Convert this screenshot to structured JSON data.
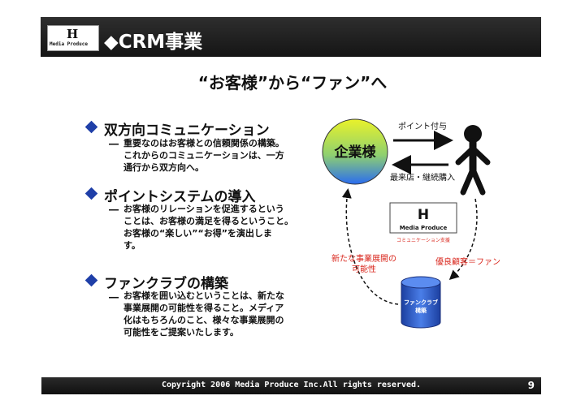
{
  "header": {
    "logo_mark": "H",
    "logo_text": "Media Produce",
    "title": "◆CRM事業"
  },
  "main_title": "“お客様”から“ファン”へ",
  "sections": [
    {
      "heading": "双方向コミュニケーション",
      "dash": "―",
      "lines": [
        "重要なのはお客様との信頼関係の構築。",
        "これからのコミュニケーションは、一方",
        "通行から双方向へ。"
      ]
    },
    {
      "heading": "ポイントシステムの導入",
      "dash": "―",
      "lines": [
        "お客様のリレーションを促進するという",
        "ことは、お客様の満足を得るということ。",
        "お客様の“楽しい”“お得”を演出しま",
        "す。"
      ]
    },
    {
      "heading": "ファンクラブの構築",
      "dash": "―",
      "lines": [
        "お客様を囲い込むということは、新たな",
        "事業展開の可能性を得ること。メディア",
        "化はもちろんのこと、様々な事業展開の",
        "可能性をご提案いたします。"
      ]
    }
  ],
  "diagram": {
    "company_label": "企業様",
    "point_label": "ポイント付与",
    "visit_label": "最来店・継続購入",
    "logo_text": "Media Produce",
    "logo_caption": "コミュニケーション支援",
    "new_business_line1": "新たな事業展開の",
    "new_business_line2": "可能性",
    "loyal_label": "優良顧客＝ファン",
    "fanclub_line1": "ファンクラブ",
    "fanclub_line2": "構築"
  },
  "footer": {
    "copyright": "Copyright 2006 Media Produce Inc.All rights reserved.",
    "page_number": "9"
  },
  "colors": {
    "bullet": "#1f3fa8",
    "red_text": "#d9261c",
    "cylinder": "#2f5fd0",
    "gradient_top": "#e9f22a",
    "gradient_bottom": "#2a6cf0"
  }
}
